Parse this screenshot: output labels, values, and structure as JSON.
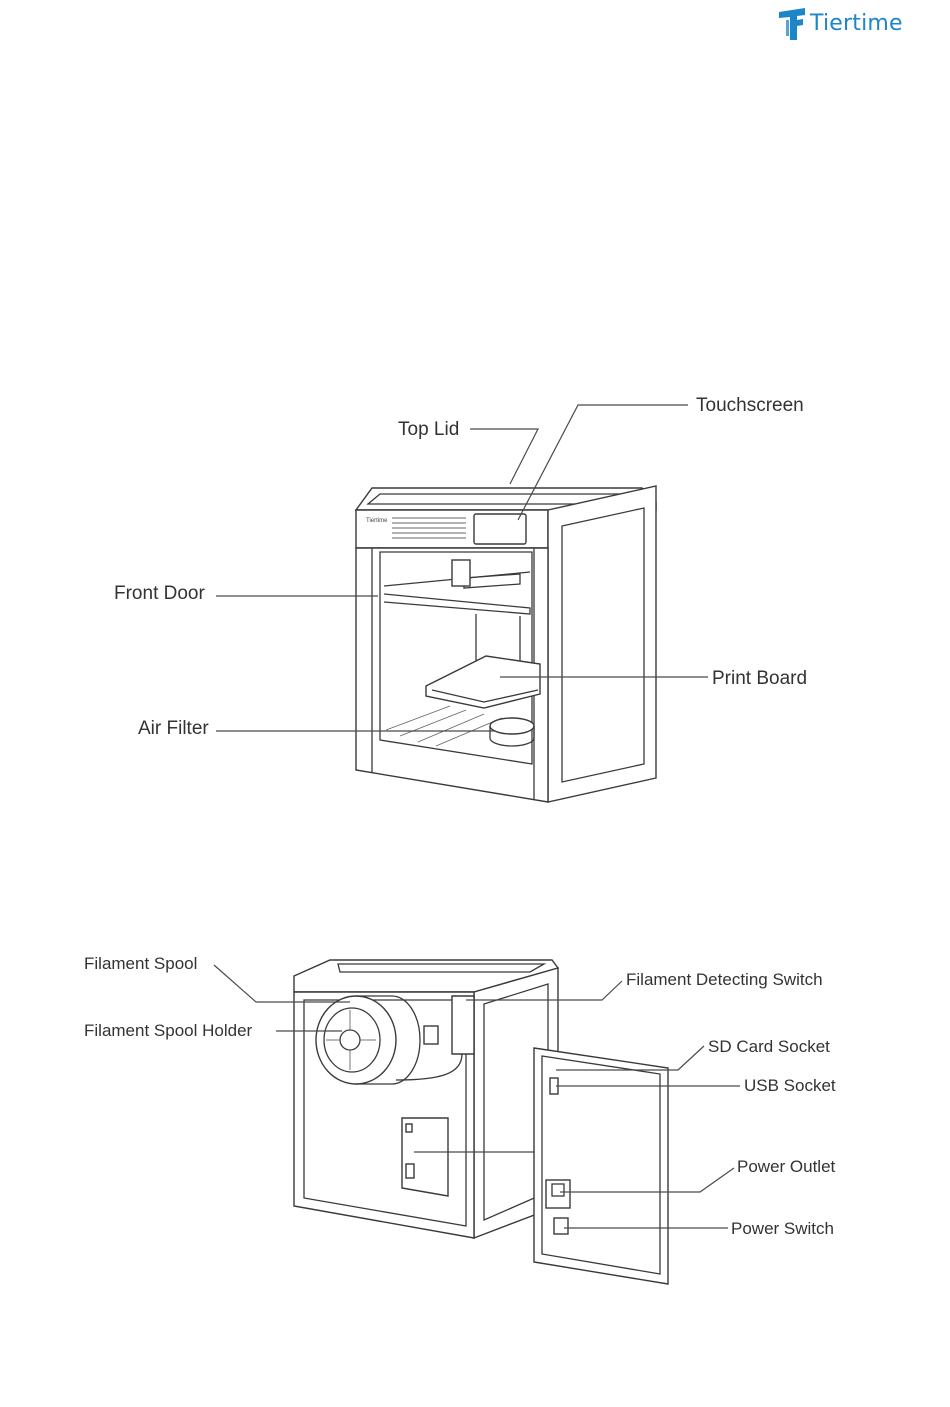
{
  "brand": {
    "name": "Tiertime",
    "color": "#1d86c9",
    "icon": "tiertime-logo-icon"
  },
  "front_view": {
    "labels": {
      "top_lid": "Top Lid",
      "touchscreen": "Touchscreen",
      "front_door": "Front Door",
      "print_board": "Print Board",
      "air_filter": "Air Filter"
    }
  },
  "rear_view": {
    "labels": {
      "filament_spool": "Filament Spool",
      "filament_spool_holder": "Filament Spool Holder",
      "filament_detecting_switch": "Filament Detecting Switch",
      "sd_card_socket": "SD Card Socket",
      "usb_socket": "USB Socket",
      "power_outlet": "Power Outlet",
      "power_switch": "Power Switch"
    }
  }
}
